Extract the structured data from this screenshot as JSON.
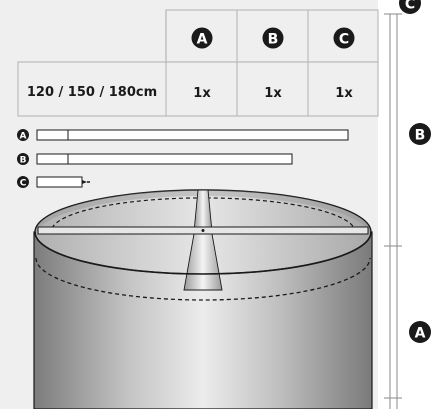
{
  "table": {
    "headers": [
      "A",
      "B",
      "C"
    ],
    "row_label": "120 / 150 / 180cm",
    "quantities": [
      "1x",
      "1x",
      "1x"
    ]
  },
  "parts": [
    {
      "letter": "A",
      "kind": "long-pole"
    },
    {
      "letter": "B",
      "kind": "medium-pole"
    },
    {
      "letter": "C",
      "kind": "short-connector"
    }
  ],
  "side_markers": [
    "C",
    "B",
    "A"
  ],
  "colors": {
    "background": "#ffffff",
    "table_fill": "#efefef",
    "line": "#1a1a1a",
    "badge": "#1a1a1a"
  }
}
